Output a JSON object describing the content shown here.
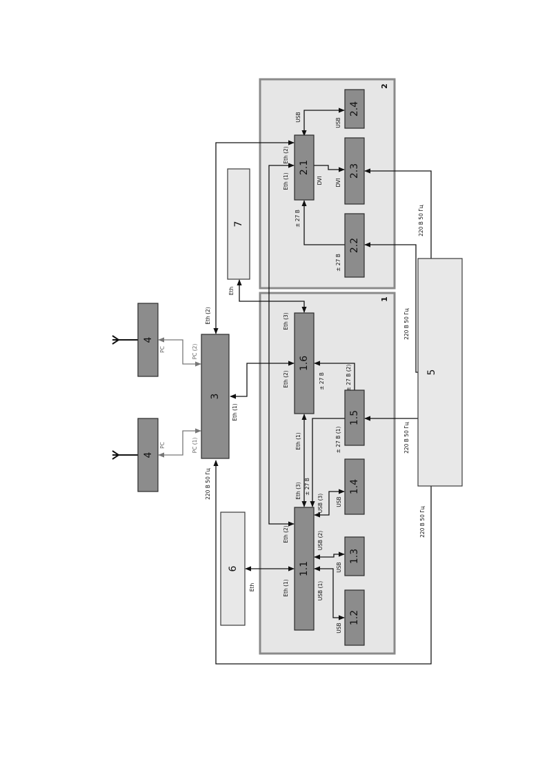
{
  "groups": {
    "g1": "1",
    "g2": "2"
  },
  "blocks": {
    "b1_1": "1.1",
    "b1_2": "1.2",
    "b1_3": "1.3",
    "b1_4": "1.4",
    "b1_5": "1.5",
    "b1_6": "1.6",
    "b2_1": "2.1",
    "b2_2": "2.2",
    "b2_3": "2.3",
    "b2_4": "2.4",
    "b3": "3",
    "b4a": "4",
    "b4b": "4",
    "b5": "5",
    "b6": "6",
    "b7": "7"
  },
  "labels": {
    "eth": "Eth",
    "eth1": "Eth (1)",
    "eth2": "Eth (2)",
    "eth3": "Eth (3)",
    "usb": "USB",
    "usb1": "USB (1)",
    "usb2": "USB (2)",
    "usb3": "USB (3)",
    "dvi": "DVI",
    "v27": "± 27 В",
    "v27_1": "± 27 В (1)",
    "v27_2": "± 27 В (2)",
    "ac": "220 В 50 Гц",
    "pc": "PC",
    "pc1": "PC (1)",
    "pc2": "PC (2)"
  }
}
